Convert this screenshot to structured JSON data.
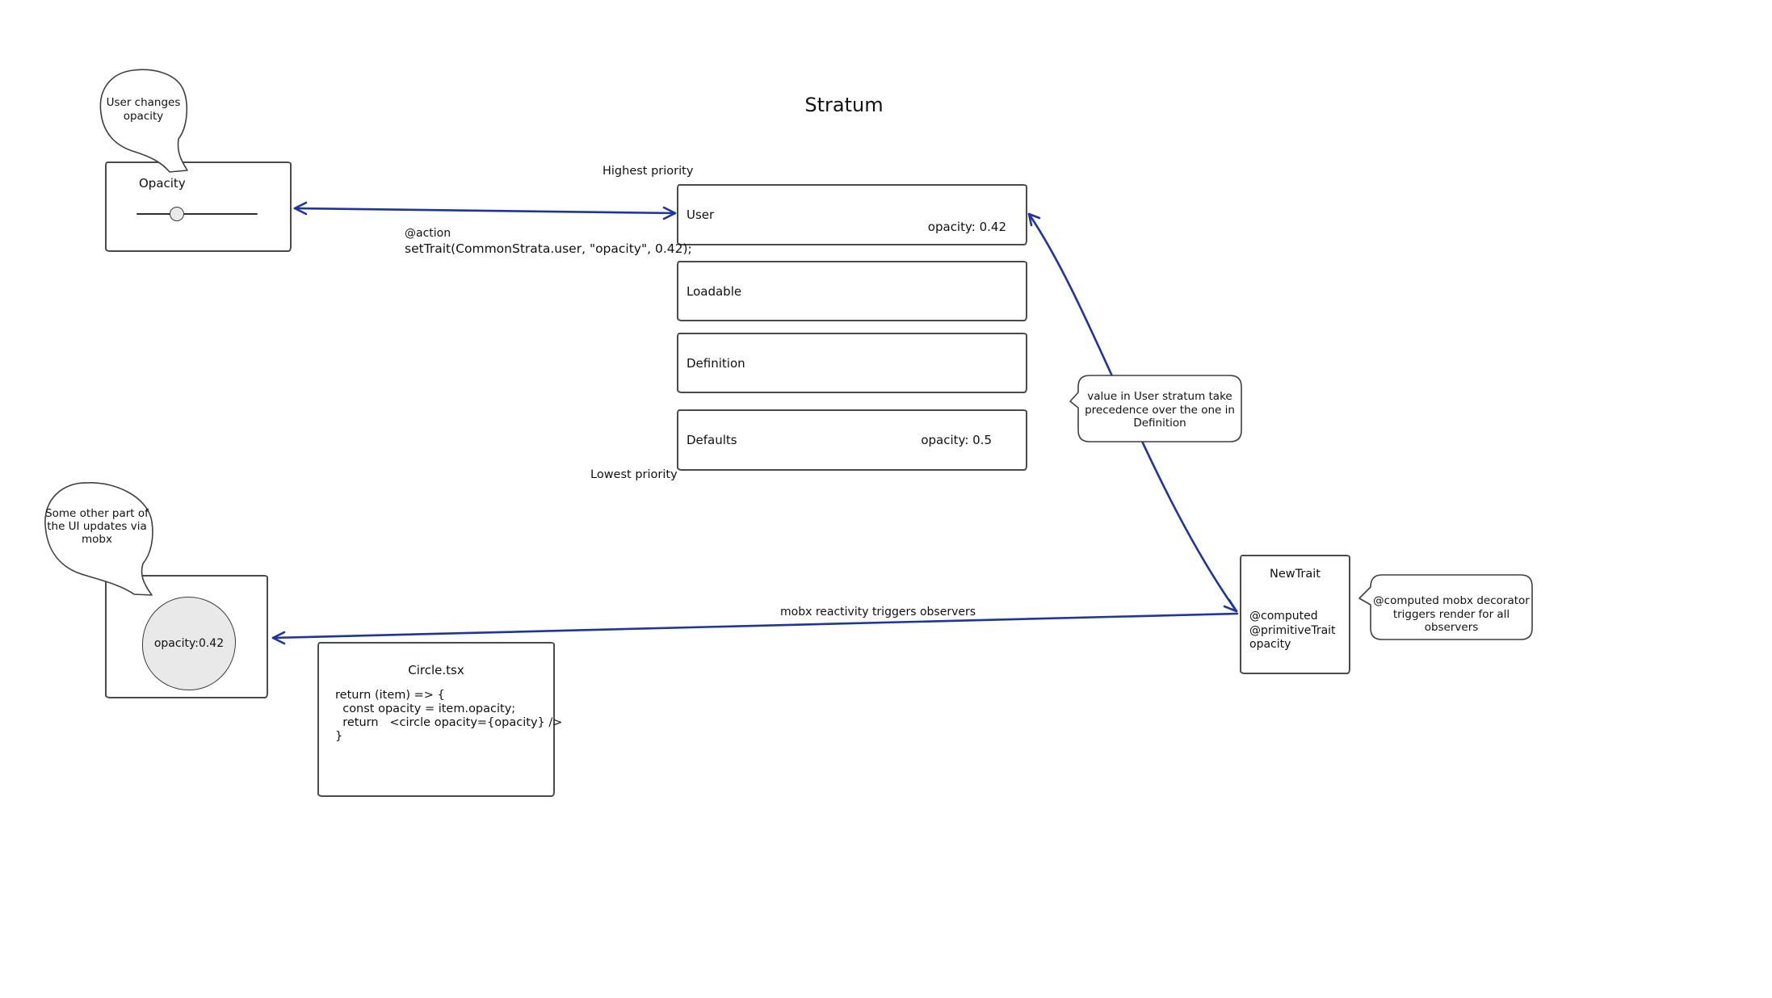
{
  "title": "Stratum",
  "labels": {
    "highest_priority": "Highest priority",
    "lowest_priority": "Lowest priority",
    "mobx_arrow": "mobx reactivity triggers observers"
  },
  "action_code": {
    "decorator": "@action",
    "call": "setTrait(CommonStrata.user, \"opacity\", 0.42);"
  },
  "strata": [
    {
      "label": "User",
      "value": "opacity: 0.42"
    },
    {
      "label": "Loadable",
      "value": ""
    },
    {
      "label": "Definition",
      "value": ""
    },
    {
      "label": "Defaults",
      "value": "opacity: 0.5"
    }
  ],
  "opacity_widget": {
    "title": "Opacity"
  },
  "circle_widget": {
    "label": "opacity:0.42"
  },
  "code_box": {
    "title": "Circle.tsx",
    "code": "return (item) => {\n  const opacity = item.opacity;\n  return   <circle opacity={opacity} />\n}"
  },
  "newtrait_box": {
    "title": "NewTrait",
    "body": "@computed\n@primitiveTrait\nopacity"
  },
  "bubbles": {
    "user_changes": "User changes\nopacity",
    "ui_updates": "Some other part of\nthe UI updates via\nmobx",
    "precedence": "value in User stratum take\nprecedence over the one in\nDefinition",
    "computed_decorator": "@computed mobx decorator\ntriggers render for all observers"
  },
  "colors": {
    "arrow_blue": "#1f359e",
    "shape_stroke": "#4a4a4a",
    "light_fill": "#e9e9e9"
  }
}
